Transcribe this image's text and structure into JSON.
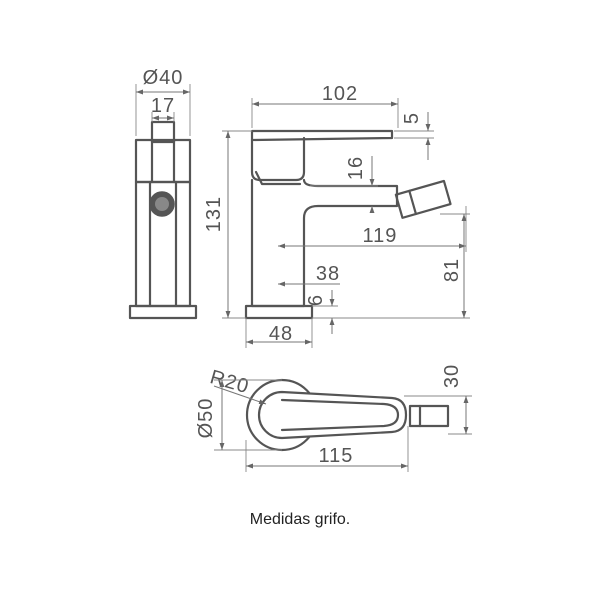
{
  "caption": "Medidas grifo.",
  "side_view": {
    "body_diameter": "Ø40",
    "handle_width": "17"
  },
  "front_view": {
    "total_length": "102",
    "lever_thickness": "5",
    "lever_to_spout": "16",
    "total_height": "131",
    "spout_reach": "119",
    "spout_height": "81",
    "base_to_outlet": "38",
    "base_thickness": "6",
    "base_width": "48"
  },
  "top_view": {
    "lever_radius": "R20",
    "body_diameter": "Ø50",
    "outlet_height": "30",
    "total_length": "115"
  }
}
